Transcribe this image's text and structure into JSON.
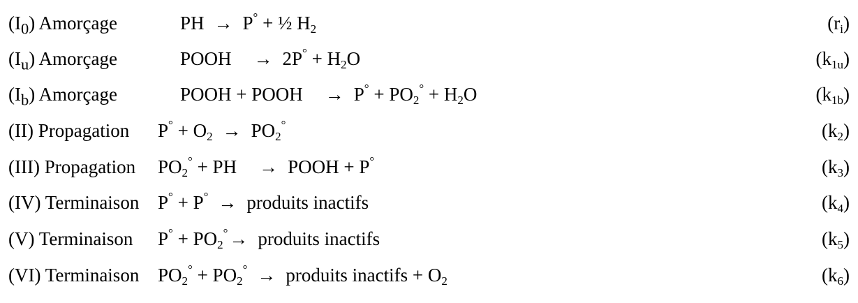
{
  "reactions": [
    {
      "id": "I0",
      "stage": "Amorçage",
      "rate": "ri"
    },
    {
      "id": "Iu",
      "stage": "Amorçage",
      "rate": "k1u"
    },
    {
      "id": "Ib",
      "stage": "Amorçage",
      "rate": "k1b"
    },
    {
      "id": "II",
      "stage": "Propagation",
      "rate": "k2"
    },
    {
      "id": "III",
      "stage": "Propagation",
      "rate": "k3"
    },
    {
      "id": "IV",
      "stage": "Terminaison",
      "rate": "k4"
    },
    {
      "id": "V",
      "stage": "Terminaison",
      "rate": "k5"
    },
    {
      "id": "VI",
      "stage": "Terminaison",
      "rate": "k6"
    }
  ],
  "text": {
    "r0_label_a": "(I",
    "r0_label_sub": "0",
    "r0_label_b": ")  Amorçage",
    "r0_lhs": "PH",
    "r0_arrow": "→",
    "r0_rhs_a": "P",
    "r0_rhs_sup": "°",
    "r0_rhs_b": " + ½ H",
    "r0_rhs_sub": "2",
    "r0_rate_a": "(r",
    "r0_rate_sub": "i",
    "r0_rate_b": ")",
    "r1_label_a": "(I",
    "r1_label_sub": "u",
    "r1_label_b": ")  Amorçage",
    "r1_lhs": "POOH",
    "r1_arrow": "→",
    "r1_rhs_a": "2P",
    "r1_rhs_sup": "°",
    "r1_rhs_b": " + H",
    "r1_rhs_sub": "2",
    "r1_rhs_c": "O",
    "r1_rate_a": "(k",
    "r1_rate_sub": "1u",
    "r1_rate_b": ")",
    "r2_label_a": "(I",
    "r2_label_sub": "b",
    "r2_label_b": ")  Amorçage",
    "r2_lhs": "POOH + POOH",
    "r2_arrow": "→",
    "r2_rhs_a": "P",
    "r2_rhs_sup1": "°",
    "r2_rhs_b": " + PO",
    "r2_rhs_sub1": "2",
    "r2_rhs_sup2": "°",
    "r2_rhs_c": " + H",
    "r2_rhs_sub2": "2",
    "r2_rhs_d": "O",
    "r2_rate_a": "(k",
    "r2_rate_sub": "1b",
    "r2_rate_b": ")",
    "r3_label": "(II)  Propagation",
    "r3_lhs_a": "P",
    "r3_lhs_sup": "°",
    "r3_lhs_b": " + O",
    "r3_lhs_sub": "2",
    "r3_arrow": "→",
    "r3_rhs_a": "PO",
    "r3_rhs_sub": "2",
    "r3_rhs_sup": "°",
    "r3_rate_a": "(k",
    "r3_rate_sub": "2",
    "r3_rate_b": ")",
    "r4_label": "(III) Propagation",
    "r4_lhs_a": "PO",
    "r4_lhs_sub": "2",
    "r4_lhs_sup": "°",
    "r4_lhs_b": " + PH",
    "r4_arrow": "→",
    "r4_rhs_a": "POOH + P",
    "r4_rhs_sup": "°",
    "r4_rate_a": "(k",
    "r4_rate_sub": "3",
    "r4_rate_b": ")",
    "r5_label": "(IV) Terminaison",
    "r5_lhs_a": "P",
    "r5_lhs_sup1": "°",
    "r5_lhs_b": " + P",
    "r5_lhs_sup2": "°",
    "r5_arrow": "→",
    "r5_rhs": "produits inactifs",
    "r5_rate_a": "(k",
    "r5_rate_sub": "4",
    "r5_rate_b": ")",
    "r6_label": "(V)  Terminaison",
    "r6_lhs_a": "P",
    "r6_lhs_sup1": "°",
    "r6_lhs_b": " + PO",
    "r6_lhs_sub": "2",
    "r6_lhs_sup2": "°",
    "r6_arrow": "→",
    "r6_rhs": "produits inactifs",
    "r6_rate_a": "(k",
    "r6_rate_sub": "5",
    "r6_rate_b": ")",
    "r7_label": "(VI) Terminaison",
    "r7_lhs_a": "PO",
    "r7_lhs_sub1": "2",
    "r7_lhs_sup1": "°",
    "r7_lhs_b": " + PO",
    "r7_lhs_sub2": "2",
    "r7_lhs_sup2": "°",
    "r7_arrow": "→",
    "r7_rhs_a": "produits inactifs + O",
    "r7_rhs_sub": "2",
    "r7_rate_a": "(k",
    "r7_rate_sub": "6",
    "r7_rate_b": ")"
  }
}
